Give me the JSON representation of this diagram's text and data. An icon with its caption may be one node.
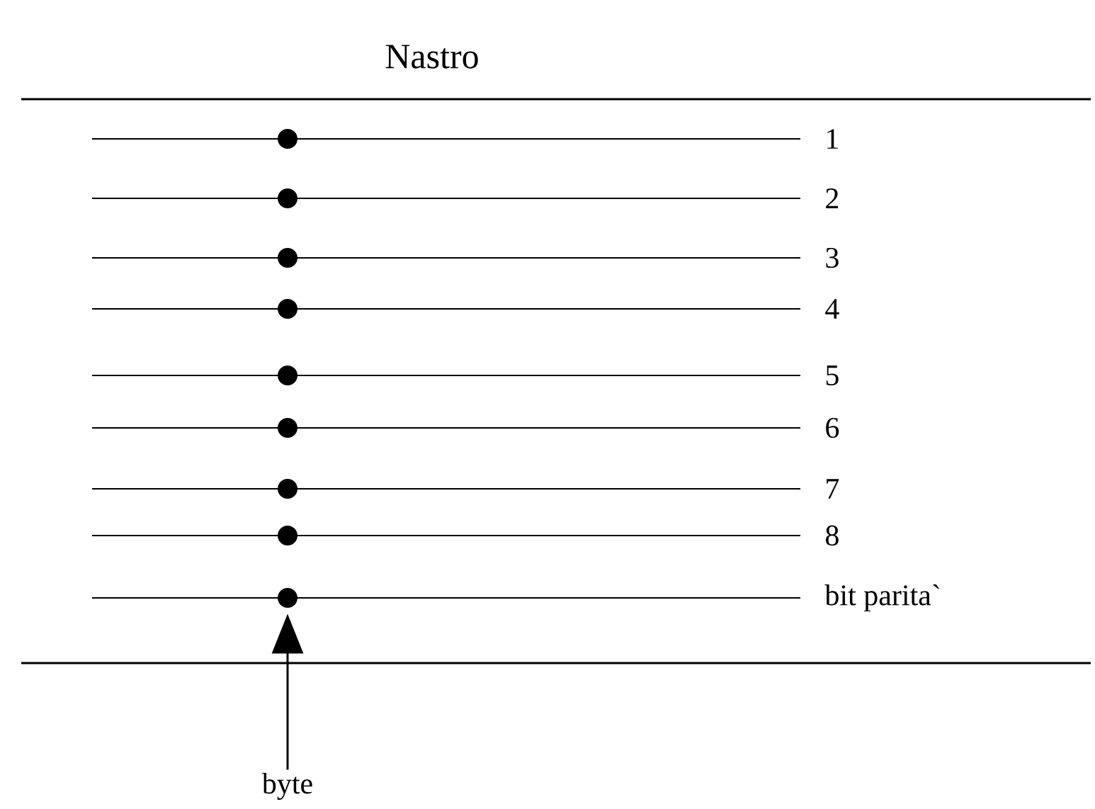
{
  "diagram": {
    "title": "Nastro",
    "nodes": [
      {
        "text": [],
        "shape": "circle"
      },
      {
        "text": [],
        "shape": "circle"
      },
      {
        "text": [],
        "shape": "circle"
      },
      {
        "text": [],
        "shape": "circle"
      },
      {
        "text": [],
        "shape": "circle"
      },
      {
        "text": [],
        "shape": "circle"
      },
      {
        "text": [],
        "shape": "circle"
      },
      {
        "text": [],
        "shape": "circle"
      },
      {
        "text": [],
        "shape": "circle"
      },
      {
        "text": [
          "byte"
        ]
      }
    ],
    "edges": [
      {
        "from": 9,
        "to": 8,
        "arrow": "to"
      }
    ],
    "labels": [
      "1",
      "2",
      "3",
      "4",
      "5",
      "6",
      "7",
      "8",
      "bit parita`"
    ]
  }
}
